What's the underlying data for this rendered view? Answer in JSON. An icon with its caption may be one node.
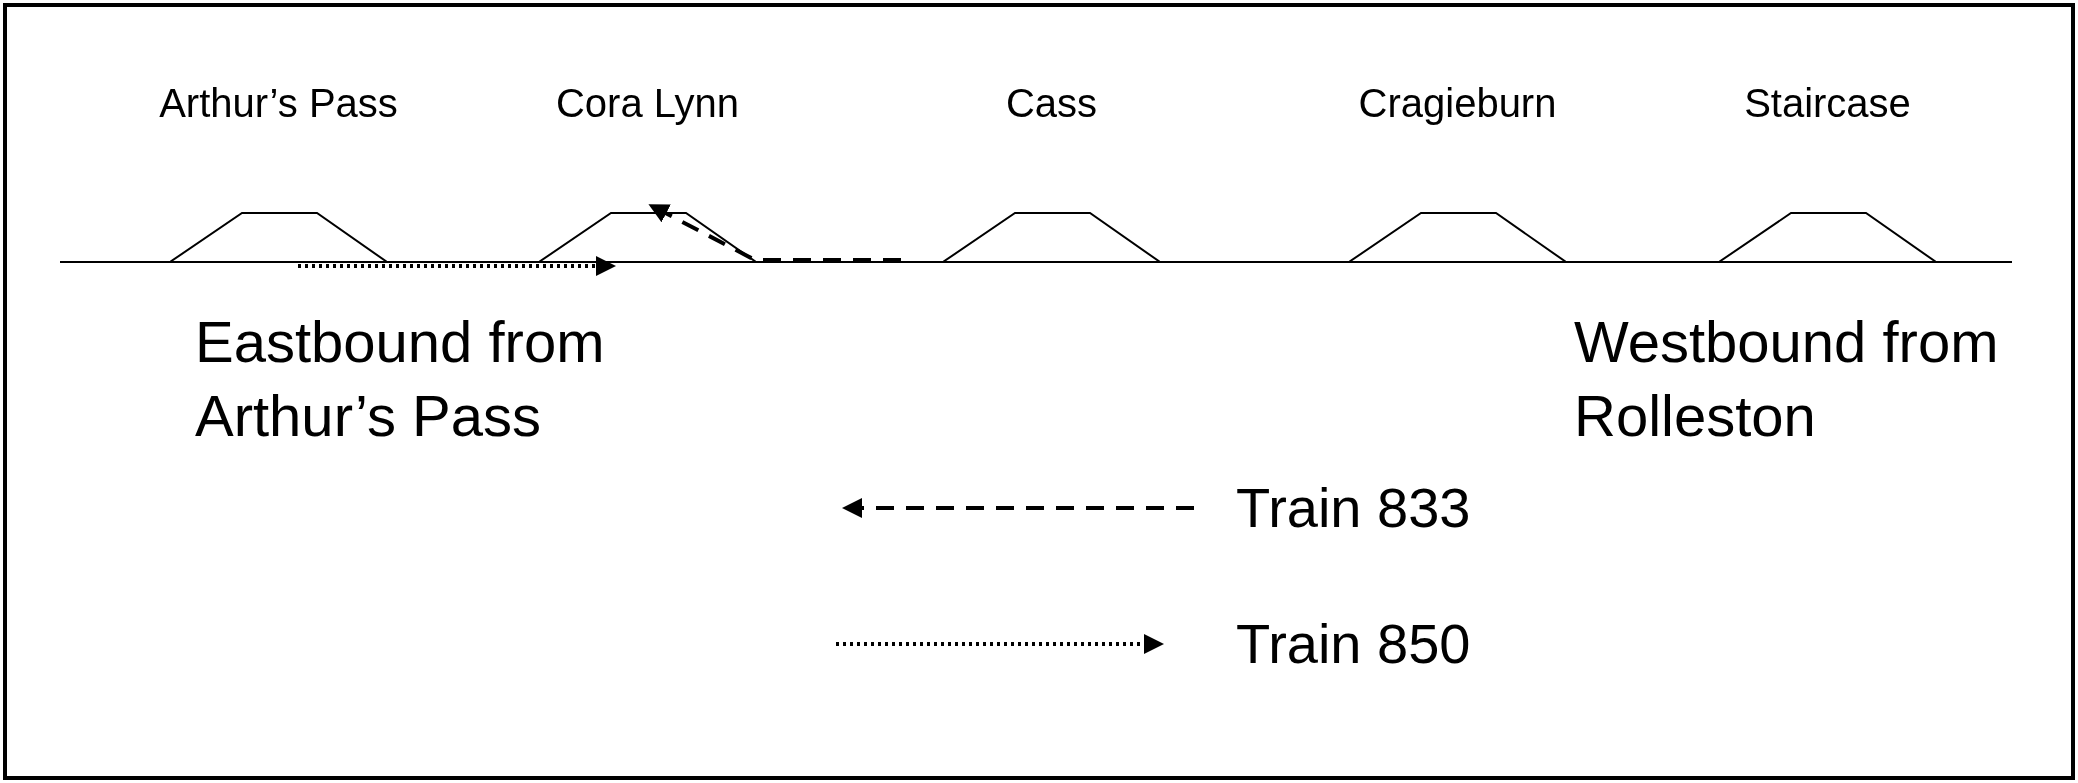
{
  "diagram": {
    "nodes": [
      {
        "text": [
          "Arthur’s Pass"
        ]
      },
      {
        "text": [
          "Cora Lynn"
        ]
      },
      {
        "text": [
          "Cass"
        ]
      },
      {
        "text": [
          "Cragieburn"
        ]
      },
      {
        "text": [
          "Staircase"
        ]
      }
    ],
    "edges": [
      {
        "from": 0,
        "to": 1,
        "arrow": "to"
      },
      {
        "from": null,
        "to": 1,
        "arrow": "to",
        "style": "dashed"
      }
    ],
    "labels": [
      "Eastbound from Arthur’s Pass",
      "Westbound from Rolleston"
    ],
    "legend": [
      {
        "text": "Train 833"
      },
      {
        "text": "Train 850"
      }
    ]
  }
}
